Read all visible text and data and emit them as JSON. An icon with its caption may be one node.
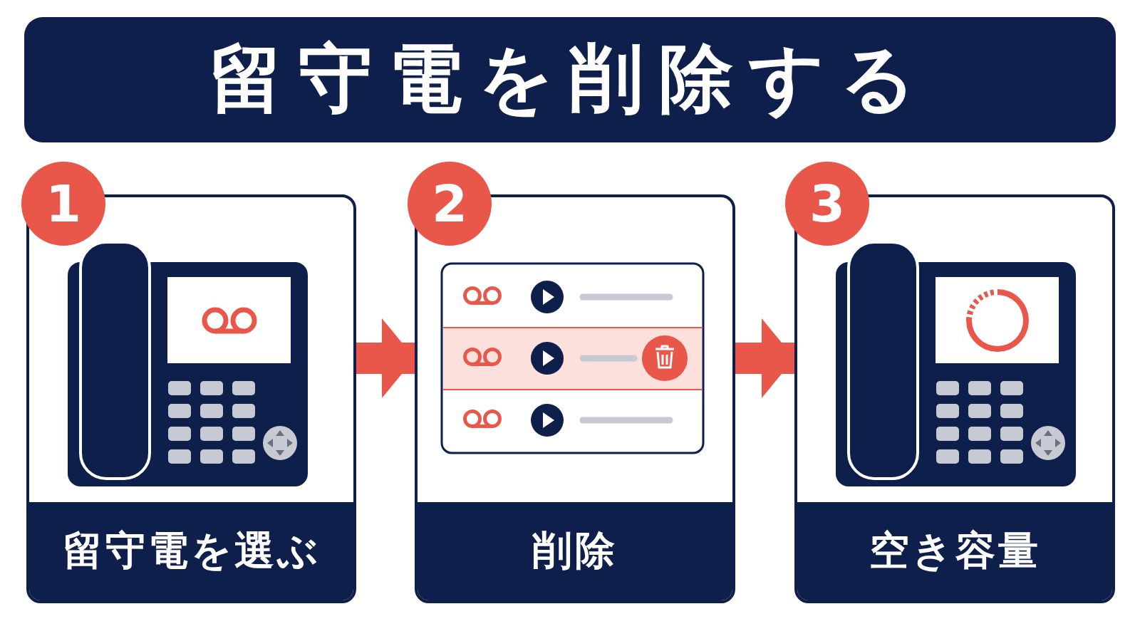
{
  "diagram": {
    "title": "留守電を削除する",
    "nodes": [
      {
        "text": [
          "1"
        ]
      },
      {
        "text": [
          "留守電を選ぶ"
        ]
      },
      {
        "text": [
          "2"
        ]
      },
      {
        "text": [
          "削除"
        ]
      },
      {
        "text": [
          "3"
        ]
      },
      {
        "text": [
          "空き容量"
        ]
      }
    ],
    "edges": [
      {
        "from": 1,
        "to": 3,
        "arrow": "to"
      },
      {
        "from": 3,
        "to": 5,
        "arrow": "to"
      }
    ]
  }
}
